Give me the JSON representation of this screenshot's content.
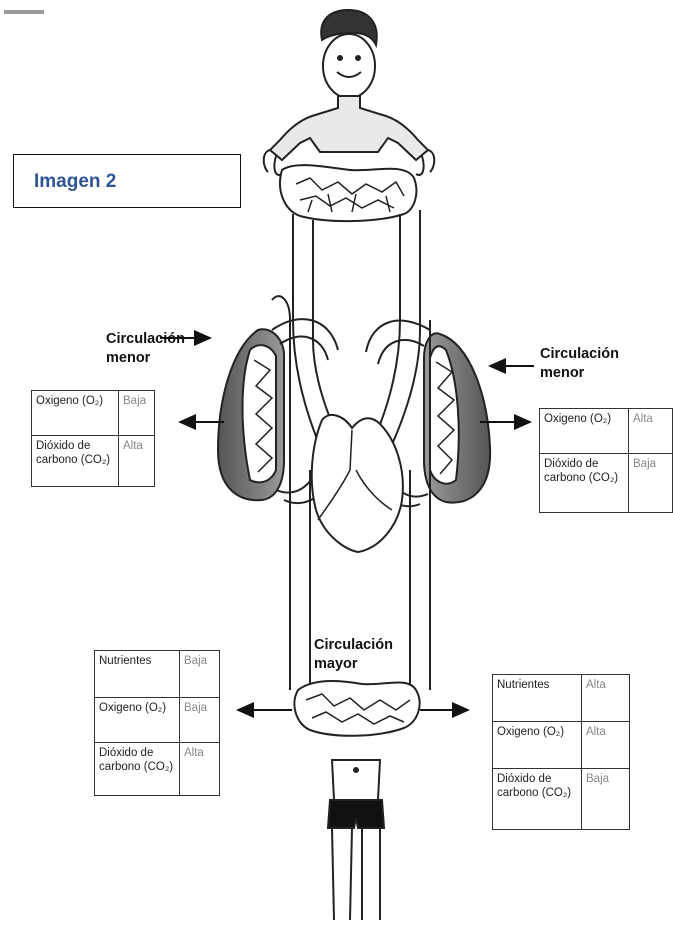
{
  "title": "Imagen 2",
  "labels": {
    "left_minor": [
      "Circulación",
      "menor"
    ],
    "right_minor": [
      "Circulación",
      "menor"
    ],
    "major": [
      "Circulación",
      "mayor"
    ]
  },
  "tables": {
    "lung_left": [
      {
        "label": "Oxigeno (O₂)",
        "value": "Baja"
      },
      {
        "label": "Dióxido de carbono (CO₂)",
        "value": "Alta"
      }
    ],
    "lung_right": [
      {
        "label": "Oxigeno (O₂)",
        "value": "Alta"
      },
      {
        "label": "Dióxido de carbono (CO₂)",
        "value": "Baja"
      }
    ],
    "body_left": [
      {
        "label": "Nutrientes",
        "value": "Baja"
      },
      {
        "label": "Oxigeno (O₂)",
        "value": "Baja"
      },
      {
        "label": "Dióxido de carbono (CO₂)",
        "value": "Alta"
      }
    ],
    "body_right": [
      {
        "label": "Nutrientes",
        "value": "Alta"
      },
      {
        "label": "Oxigeno (O₂)",
        "value": "Alta"
      },
      {
        "label": "Dióxido de carbono (CO₂)",
        "value": "Baja"
      }
    ]
  },
  "colors": {
    "title": "#2f5597",
    "lung": "#6e6e6e",
    "outline": "#222222"
  }
}
